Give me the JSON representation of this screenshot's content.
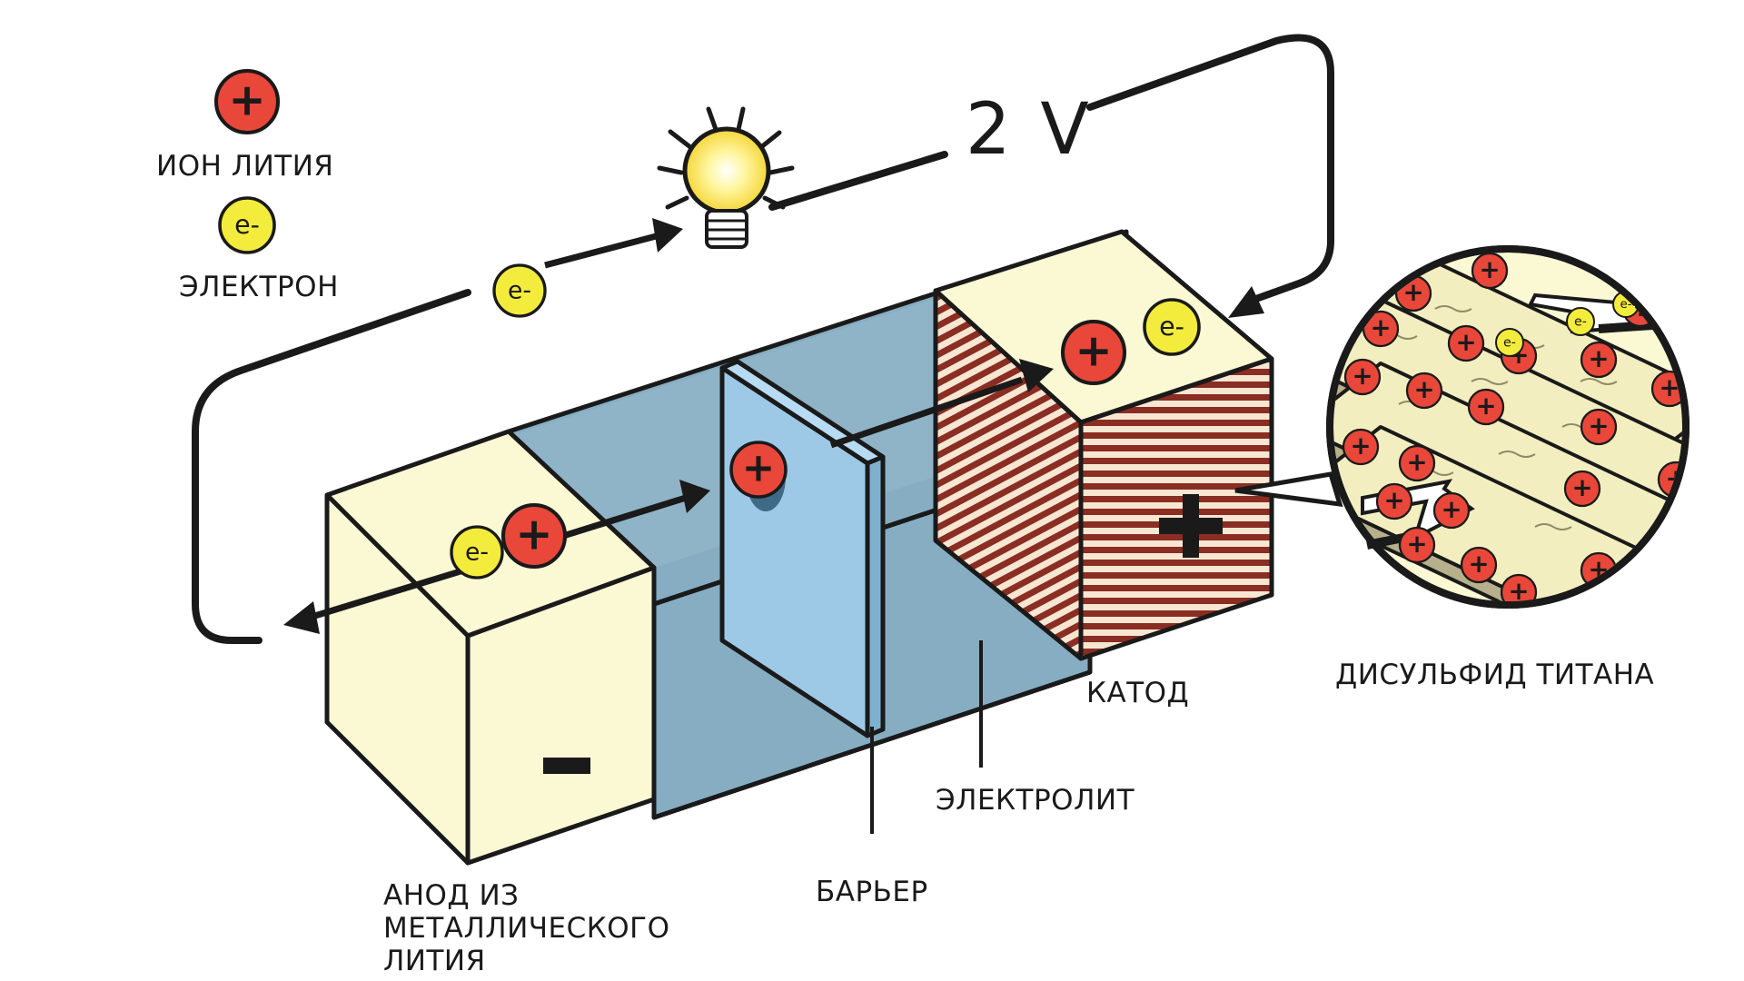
{
  "legend": {
    "ion_label": "ИОН ЛИТИЯ",
    "electron_label": "ЭЛЕКТРОН"
  },
  "symbols": {
    "plus": "+",
    "electron": "e-",
    "minus": "−"
  },
  "voltage": "2 V",
  "labels": {
    "anode": [
      "АНОД ИЗ",
      "МЕТАЛЛИЧЕСКОГО",
      "ЛИТИЯ"
    ],
    "barrier": "БАРЬЕР",
    "electrolyte": "ЭЛЕКТРОЛИТ",
    "cathode": "КАТОД",
    "titanium": "ДИСУЛЬФИД ТИТАНА"
  },
  "colors": {
    "ion": "#e8473a",
    "electron": "#f4ec3c",
    "electrode_light": "#fbf8d4",
    "electrolyte": "#87adc2",
    "separator": "#9ec9e6",
    "cathode_stripe": "#8a2d22",
    "outline": "#1a1a1a"
  },
  "icons": [
    "lightbulb-icon",
    "plus-sign",
    "minus-sign",
    "arrow"
  ]
}
